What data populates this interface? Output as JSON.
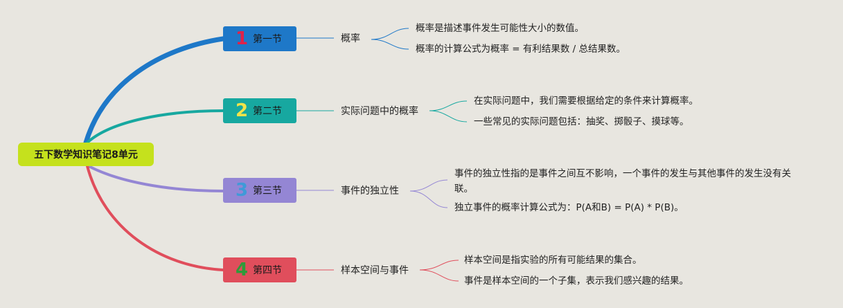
{
  "root": {
    "label": "五下数学知识笔记8单元"
  },
  "sections": [
    {
      "number": "1",
      "label": "第一节",
      "color": "#1e78c8",
      "number_color": "#e0224a",
      "topic": "概率",
      "leaves": [
        "概率是描述事件发生可能性大小的数值。",
        "概率的计算公式为概率 = 有利结果数 / 总结果数。"
      ]
    },
    {
      "number": "2",
      "label": "第二节",
      "color": "#17a8a0",
      "number_color": "#f2e34a",
      "topic": "实际问题中的概率",
      "leaves": [
        "在实际问题中，我们需要根据给定的条件来计算概率。",
        "一些常见的实际问题包括：抽奖、掷骰子、摸球等。"
      ]
    },
    {
      "number": "3",
      "label": "第三节",
      "color": "#9486d4",
      "number_color": "#3f9ad8",
      "topic": "事件的独立性",
      "leaves": [
        "事件的独立性指的是事件之间互不影响，一个事件的发生与其他事件的发生没有关联。",
        "独立事件的概率计算公式为：P(A和B) = P(A) * P(B)。"
      ]
    },
    {
      "number": "4",
      "label": "第四节",
      "color": "#e04e5c",
      "number_color": "#2f9a3a",
      "topic": "样本空间与事件",
      "leaves": [
        "样本空间是指实验的所有可能结果的集合。",
        "事件是样本空间的一个子集，表示我们感兴趣的结果。"
      ]
    }
  ]
}
